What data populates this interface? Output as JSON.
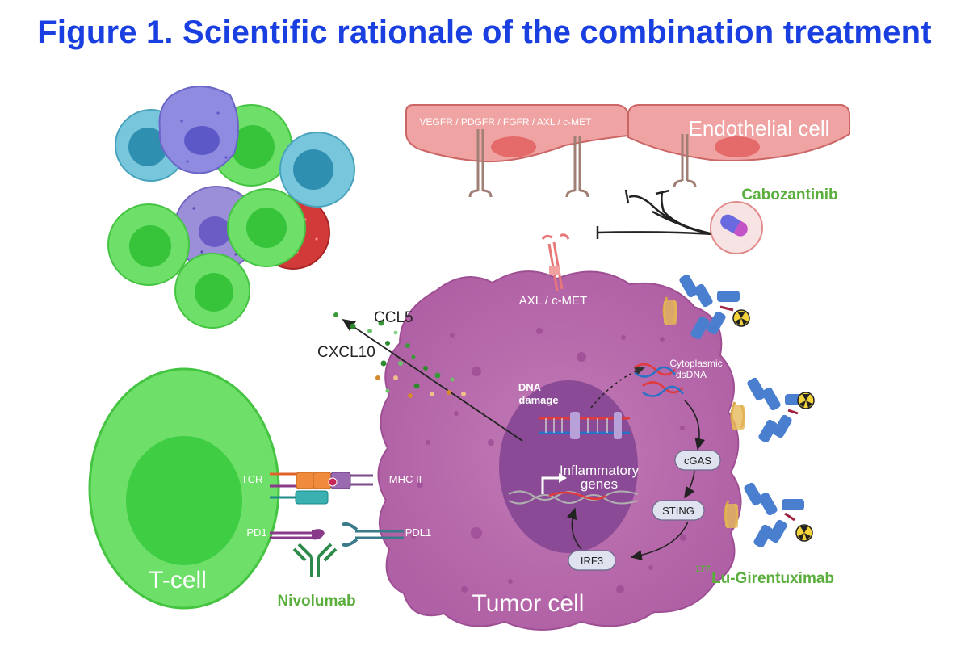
{
  "title": "Figure 1. Scientific rationale of the combination treatment",
  "labels": {
    "receptors": "VEGFR / PDGFR / FGFR / AXL / c-MET",
    "endothelial": "Endothelial cell",
    "cabozantinib": "Cabozantinib",
    "axl": "AXL / c-MET",
    "ccl5": "CCL5",
    "cxcl10": "CXCL10",
    "dna_damage_1": "DNA",
    "dna_damage_2": "damage",
    "cyto_1": "Cytoplasmic",
    "cyto_2": "dsDNA",
    "cgas": "cGAS",
    "sting": "STING",
    "irf3": "IRF3",
    "inflam_1": "Inflammatory",
    "inflam_2": "genes",
    "tcr": "TCR",
    "mhc": "MHC II",
    "pd1": "PD1",
    "pdl1": "PDL1",
    "tcell": "T-cell",
    "nivolumab": "Nivolumab",
    "tumor": "Tumor cell",
    "lu_sup": "177",
    "lu_name": "Lu-Girentuximab"
  },
  "colors": {
    "title": "#1a3fe0",
    "drug_label": "#5aae3c",
    "tumor": "#b65fa8",
    "nucleus": "#8b4a96",
    "tcell": "#6ee06a",
    "endothelial": "#f0a3a3"
  }
}
